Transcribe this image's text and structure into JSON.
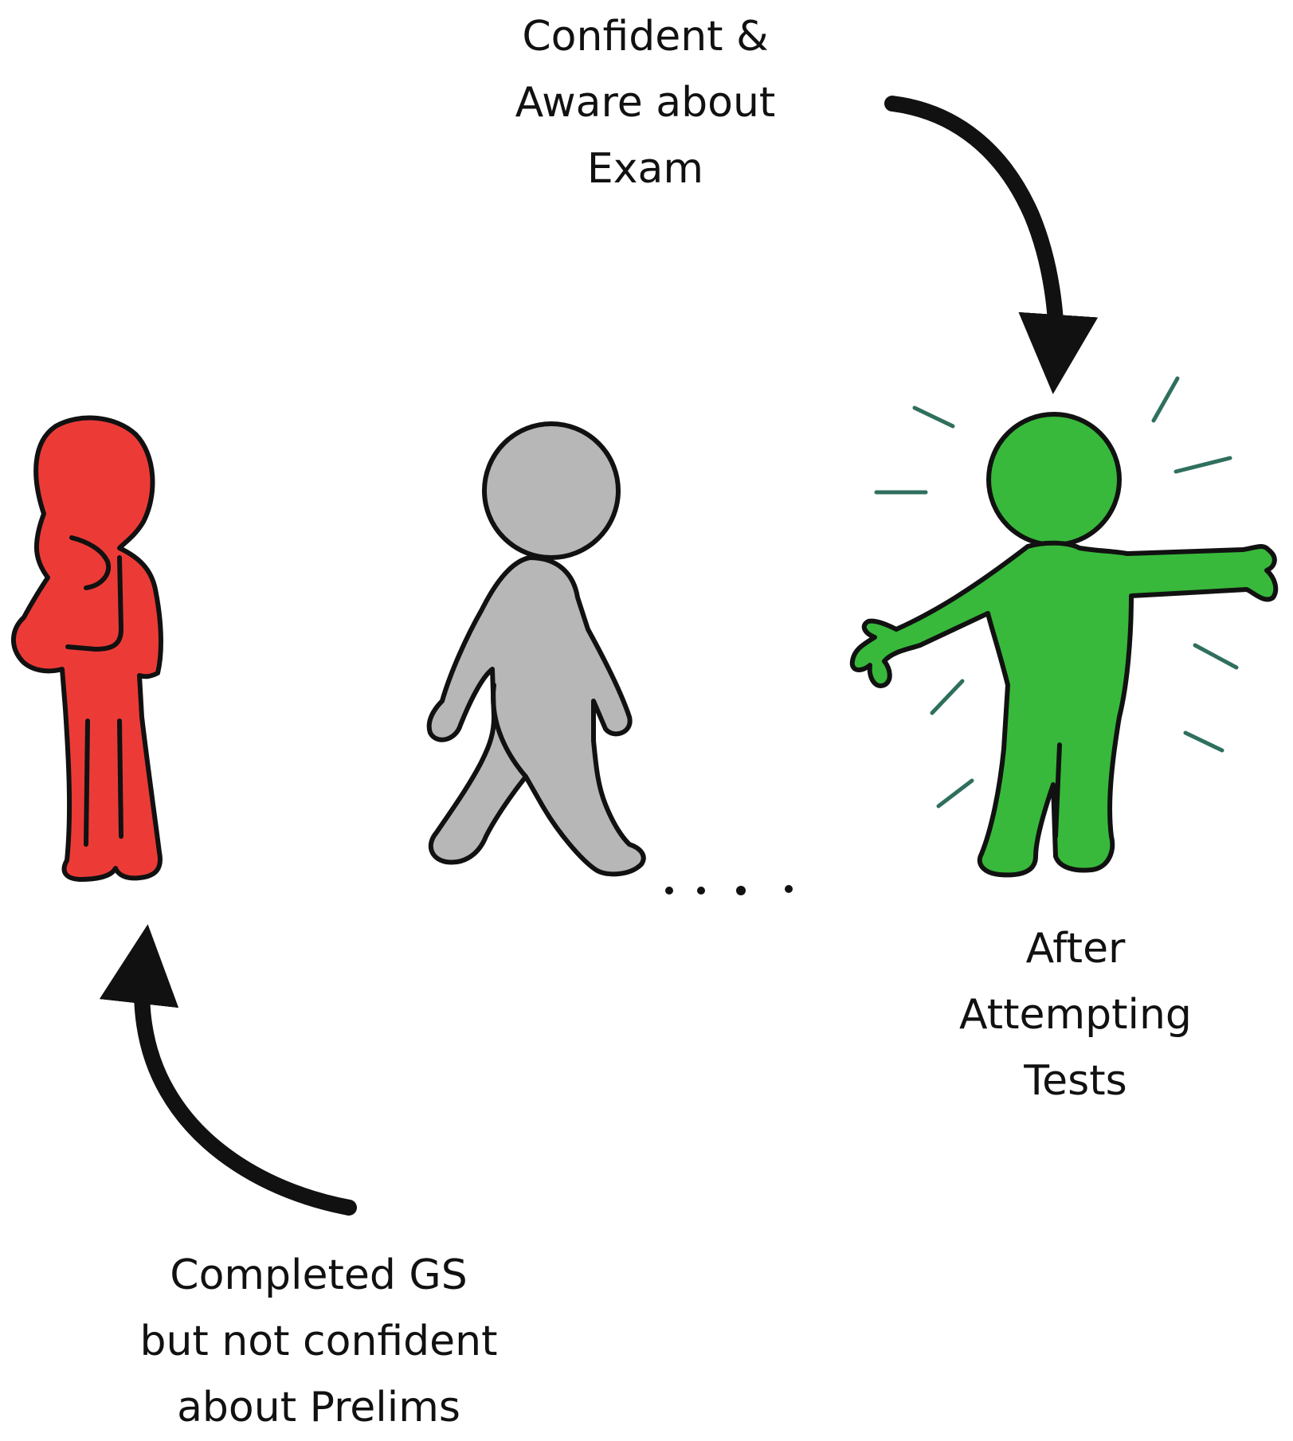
{
  "colors": {
    "red_figure": "#ec3b37",
    "grey_figure": "#b7b7b7",
    "green_figure": "#38b93b",
    "glow_lines": "#2f6f5e",
    "outline": "#111111",
    "arrow": "#111111"
  },
  "captions": {
    "top": [
      "Confident &",
      "Aware about",
      "Exam"
    ],
    "right": [
      "After",
      "Attempting",
      "Tests"
    ],
    "left": [
      "Completed GS",
      "but not confident",
      "about Prelims"
    ]
  },
  "figures": [
    {
      "name": "thinking-person",
      "pose": "hand on chin, thinking"
    },
    {
      "name": "walking-person",
      "pose": "walking"
    },
    {
      "name": "confident-person",
      "pose": "arms outstretched, glowing"
    }
  ],
  "icons": [
    "curved-arrow-up-icon",
    "curved-arrow-down-icon",
    "dotted-path"
  ]
}
